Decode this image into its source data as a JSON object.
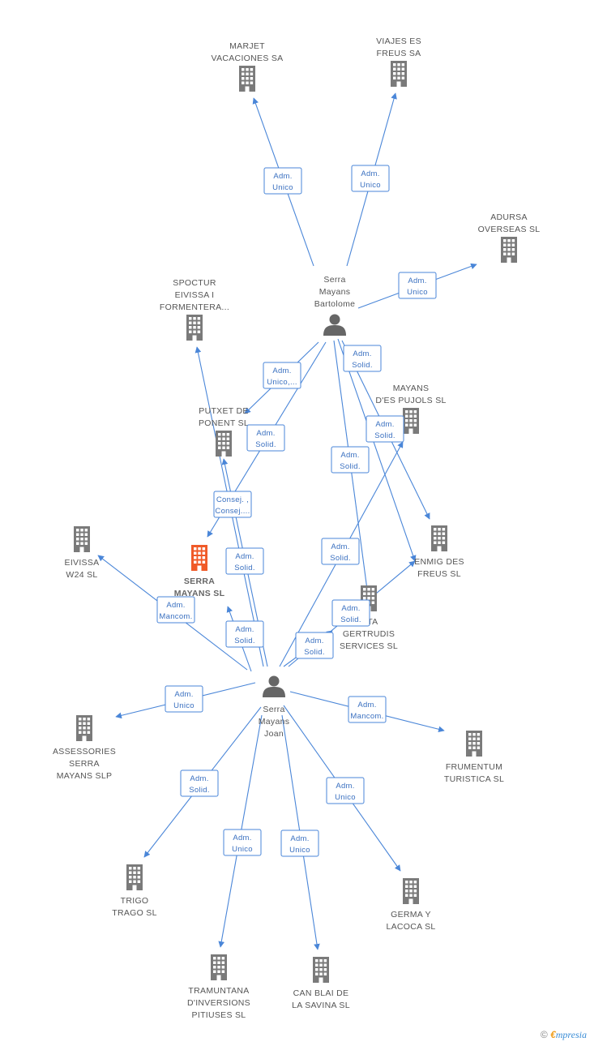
{
  "nodes": [
    {
      "id": "marjet",
      "type": "company",
      "label": [
        "MARJET",
        "VACACIONES SA"
      ]
    },
    {
      "id": "viajes",
      "type": "company",
      "label": [
        "VIAJES ES",
        "FREUS SA"
      ]
    },
    {
      "id": "adursa",
      "type": "company",
      "label": [
        "ADURSA",
        "OVERSEAS SL"
      ]
    },
    {
      "id": "bartolome",
      "type": "person",
      "label": [
        "Serra",
        "Mayans",
        "Bartolome"
      ]
    },
    {
      "id": "spoctur",
      "type": "company",
      "label": [
        "SPOCTUR",
        "EIVISSA I",
        "FORMENTERA..."
      ]
    },
    {
      "id": "mayanspujols",
      "type": "company",
      "label": [
        "MAYANS",
        "D'ES PUJOLS SL"
      ]
    },
    {
      "id": "putxet",
      "type": "company",
      "label": [
        "PUTXET DE",
        "PONENT  SL"
      ]
    },
    {
      "id": "eivissa",
      "type": "company",
      "label": [
        "EIVISSA",
        "W24 SL"
      ]
    },
    {
      "id": "serramayans",
      "type": "company",
      "main": true,
      "label": [
        "SERRA",
        "MAYANS SL"
      ]
    },
    {
      "id": "enmig",
      "type": "company",
      "label": [
        "ENMIG DES",
        "FREUS SL"
      ]
    },
    {
      "id": "gertrudis",
      "type": "company",
      "label": [
        "...TA",
        "GERTRUDIS",
        "SERVICES SL"
      ]
    },
    {
      "id": "joan",
      "type": "person",
      "label": [
        "Serra",
        "Mayans",
        "Joan"
      ]
    },
    {
      "id": "assessories",
      "type": "company",
      "label": [
        "ASSESSORIES",
        "SERRA",
        "MAYANS SLP"
      ]
    },
    {
      "id": "frumentum",
      "type": "company",
      "label": [
        "FRUMENTUM",
        "TURISTICA SL"
      ]
    },
    {
      "id": "trigo",
      "type": "company",
      "label": [
        "TRIGO",
        "TRAGO SL"
      ]
    },
    {
      "id": "germa",
      "type": "company",
      "label": [
        "GERMA Y",
        "LACOCA SL"
      ]
    },
    {
      "id": "tramuntana",
      "type": "company",
      "label": [
        "TRAMUNTANA",
        "D'INVERSIONS",
        "PITIUSES  SL"
      ]
    },
    {
      "id": "canblai",
      "type": "company",
      "label": [
        "CAN BLAI DE",
        "LA SAVINA SL"
      ]
    }
  ],
  "edges": [
    {
      "from": "bartolome",
      "to": "marjet",
      "label": [
        "Adm.",
        "Unico"
      ]
    },
    {
      "from": "bartolome",
      "to": "viajes",
      "label": [
        "Adm.",
        "Unico"
      ]
    },
    {
      "from": "bartolome",
      "to": "adursa",
      "label": [
        "Adm.",
        "Unico"
      ]
    },
    {
      "from": "bartolome",
      "to": "mayanspujols",
      "label": [
        "Adm.",
        "Solid."
      ]
    },
    {
      "from": "bartolome",
      "to": "putxet",
      "label": [
        "Adm.",
        "Unico,..."
      ]
    },
    {
      "from": "bartolome",
      "to": "serramayans",
      "label": [
        "Adm.",
        "Solid."
      ]
    },
    {
      "from": "bartolome",
      "to": "gertrudis",
      "label": [
        "Adm.",
        "Solid."
      ]
    },
    {
      "from": "bartolome",
      "to": "enmig",
      "label": [
        "Adm.",
        "Solid."
      ]
    },
    {
      "from": "joan",
      "to": "spoctur",
      "label": [
        "Consej. ,",
        "Consej...."
      ]
    },
    {
      "from": "joan",
      "to": "putxet",
      "label": [
        "Adm.",
        "Solid."
      ]
    },
    {
      "from": "joan",
      "to": "serramayans",
      "label": [
        "Adm.",
        "Solid."
      ]
    },
    {
      "from": "joan",
      "to": "eivissa",
      "label": [
        "Adm.",
        "Mancom."
      ]
    },
    {
      "from": "joan",
      "to": "mayanspujols",
      "label": [
        "Adm.",
        "Solid."
      ]
    },
    {
      "from": "joan",
      "to": "enmig",
      "label": [
        "Adm.",
        "Solid."
      ]
    },
    {
      "from": "joan",
      "to": "gertrudis",
      "label": [
        "Adm.",
        "Solid."
      ]
    },
    {
      "from": "joan",
      "to": "assessories",
      "label": [
        "Adm.",
        "Unico"
      ]
    },
    {
      "from": "joan",
      "to": "frumentum",
      "label": [
        "Adm.",
        "Mancom."
      ]
    },
    {
      "from": "joan",
      "to": "trigo",
      "label": [
        "Adm.",
        "Solid."
      ]
    },
    {
      "from": "joan",
      "to": "germa",
      "label": [
        "Adm.",
        "Unico"
      ]
    },
    {
      "from": "joan",
      "to": "tramuntana",
      "label": [
        "Adm.",
        "Unico"
      ]
    },
    {
      "from": "joan",
      "to": "canblai",
      "label": [
        "Adm.",
        "Unico"
      ]
    }
  ],
  "footer": {
    "copyright": "©",
    "brand_e": "€",
    "brand_rest": "mpresia"
  },
  "colors": {
    "edge": "#4a86d8",
    "company": "#7a7a7a",
    "main_company": "#f05a28",
    "person": "#666666"
  }
}
